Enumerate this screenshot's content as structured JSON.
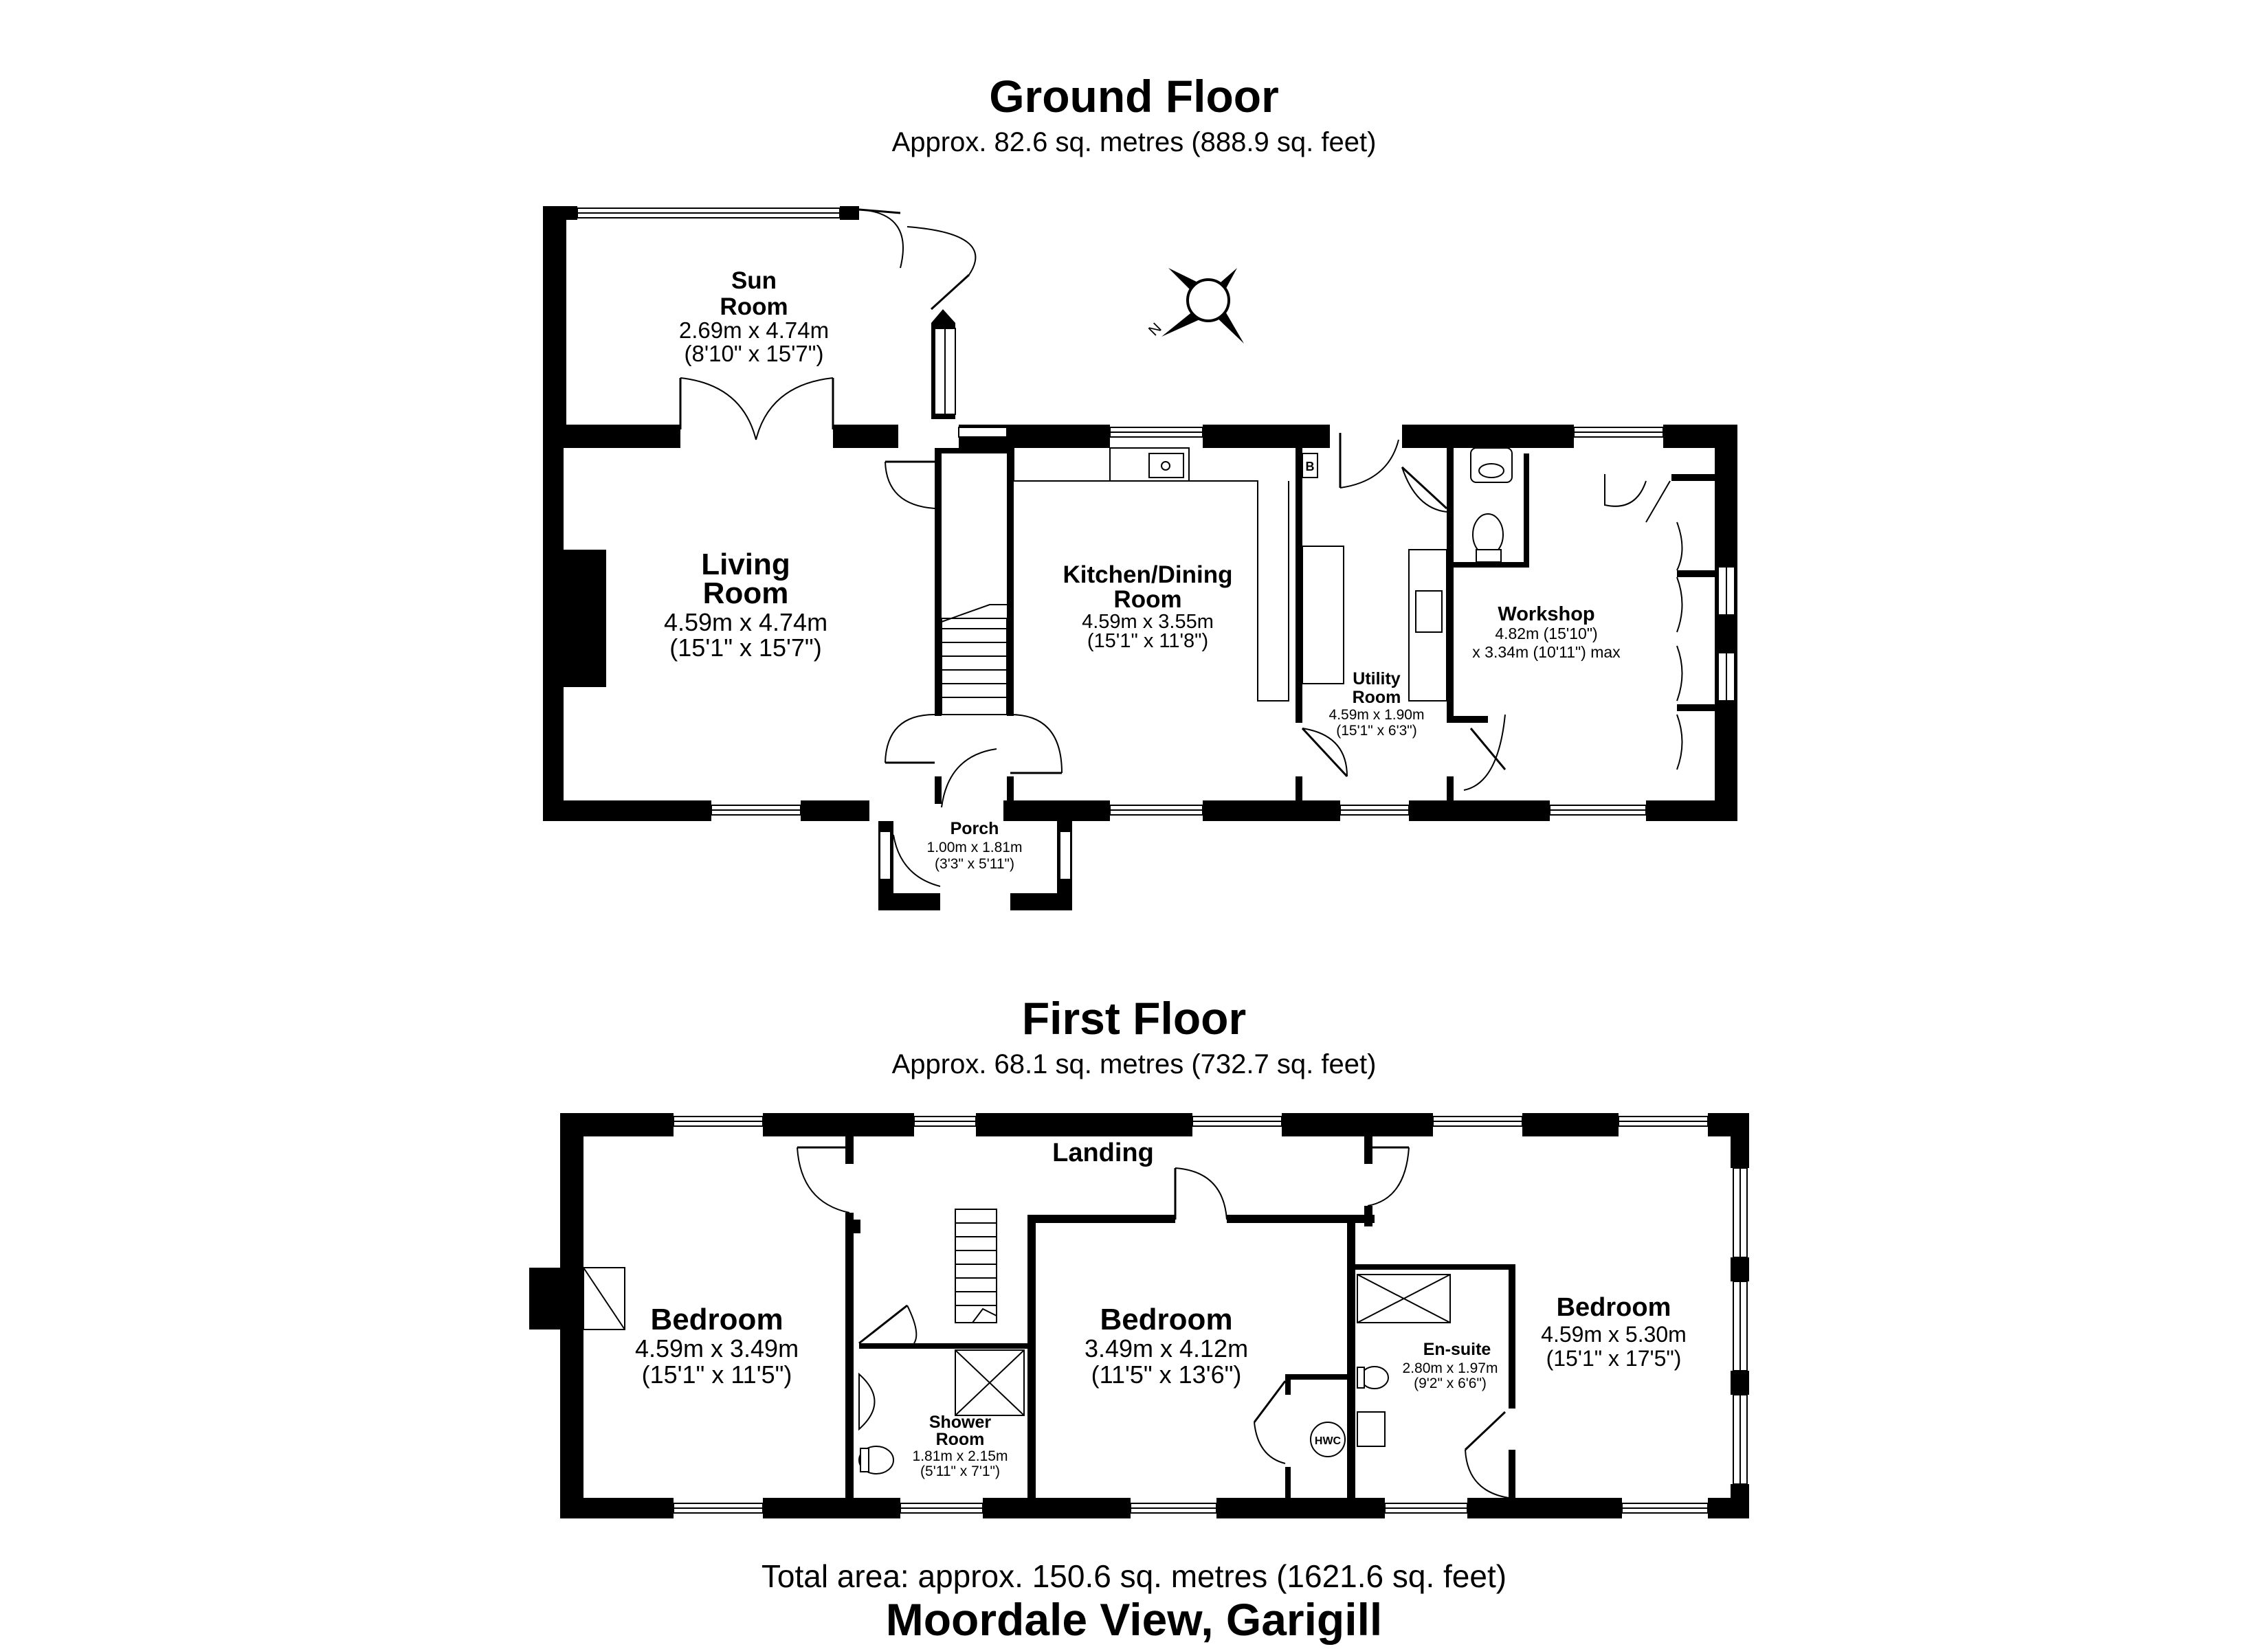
{
  "ground_floor": {
    "title": "Ground Floor",
    "area": "Approx. 82.6 sq. metres (888.9 sq. feet)",
    "rooms": {
      "sun_room": {
        "name_1": "Sun",
        "name_2": "Room",
        "metric": "2.69m x 4.74m",
        "imperial": "(8'10\" x 15'7\")"
      },
      "living_room": {
        "name_1": "Living",
        "name_2": "Room",
        "metric": "4.59m x 4.74m",
        "imperial": "(15'1\" x 15'7\")"
      },
      "kitchen_dining": {
        "name_1": "Kitchen/Dining",
        "name_2": "Room",
        "metric": "4.59m x 3.55m",
        "imperial": "(15'1\" x 11'8\")"
      },
      "utility_room": {
        "name_1": "Utility",
        "name_2": "Room",
        "metric": "4.59m x 1.90m",
        "imperial": "(15'1\" x 6'3\")"
      },
      "workshop": {
        "name": "Workshop",
        "metric_1": "4.82m (15'10\")",
        "metric_2": "x 3.34m (10'11\") max"
      },
      "porch": {
        "name": "Porch",
        "metric": "1.00m x 1.81m",
        "imperial": "(3'3\" x 5'11\")"
      }
    },
    "boiler_label": "B",
    "compass_label": "N"
  },
  "first_floor": {
    "title": "First Floor",
    "area": "Approx. 68.1 sq. metres (732.7 sq. feet)",
    "rooms": {
      "landing": {
        "name": "Landing"
      },
      "bedroom_1": {
        "name": "Bedroom",
        "metric": "4.59m x 3.49m",
        "imperial": "(15'1\" x 11'5\")"
      },
      "shower_room": {
        "name_1": "Shower",
        "name_2": "Room",
        "metric": "1.81m x 2.15m",
        "imperial": "(5'11\" x 7'1\")"
      },
      "bedroom_2": {
        "name": "Bedroom",
        "metric": "3.49m x 4.12m",
        "imperial": "(11'5\" x 13'6\")"
      },
      "en_suite": {
        "name": "En-suite",
        "metric": "2.80m x 1.97m",
        "imperial": "(9'2\" x 6'6\")"
      },
      "bedroom_3": {
        "name": "Bedroom",
        "metric": "4.59m x 5.30m",
        "imperial": "(15'1\" x 17'5\")"
      }
    },
    "hwc_label": "HWC"
  },
  "footer": {
    "total_area": "Total area: approx. 150.6 sq. metres (1621.6 sq. feet)",
    "property_name": "Moordale View, Garigill"
  }
}
